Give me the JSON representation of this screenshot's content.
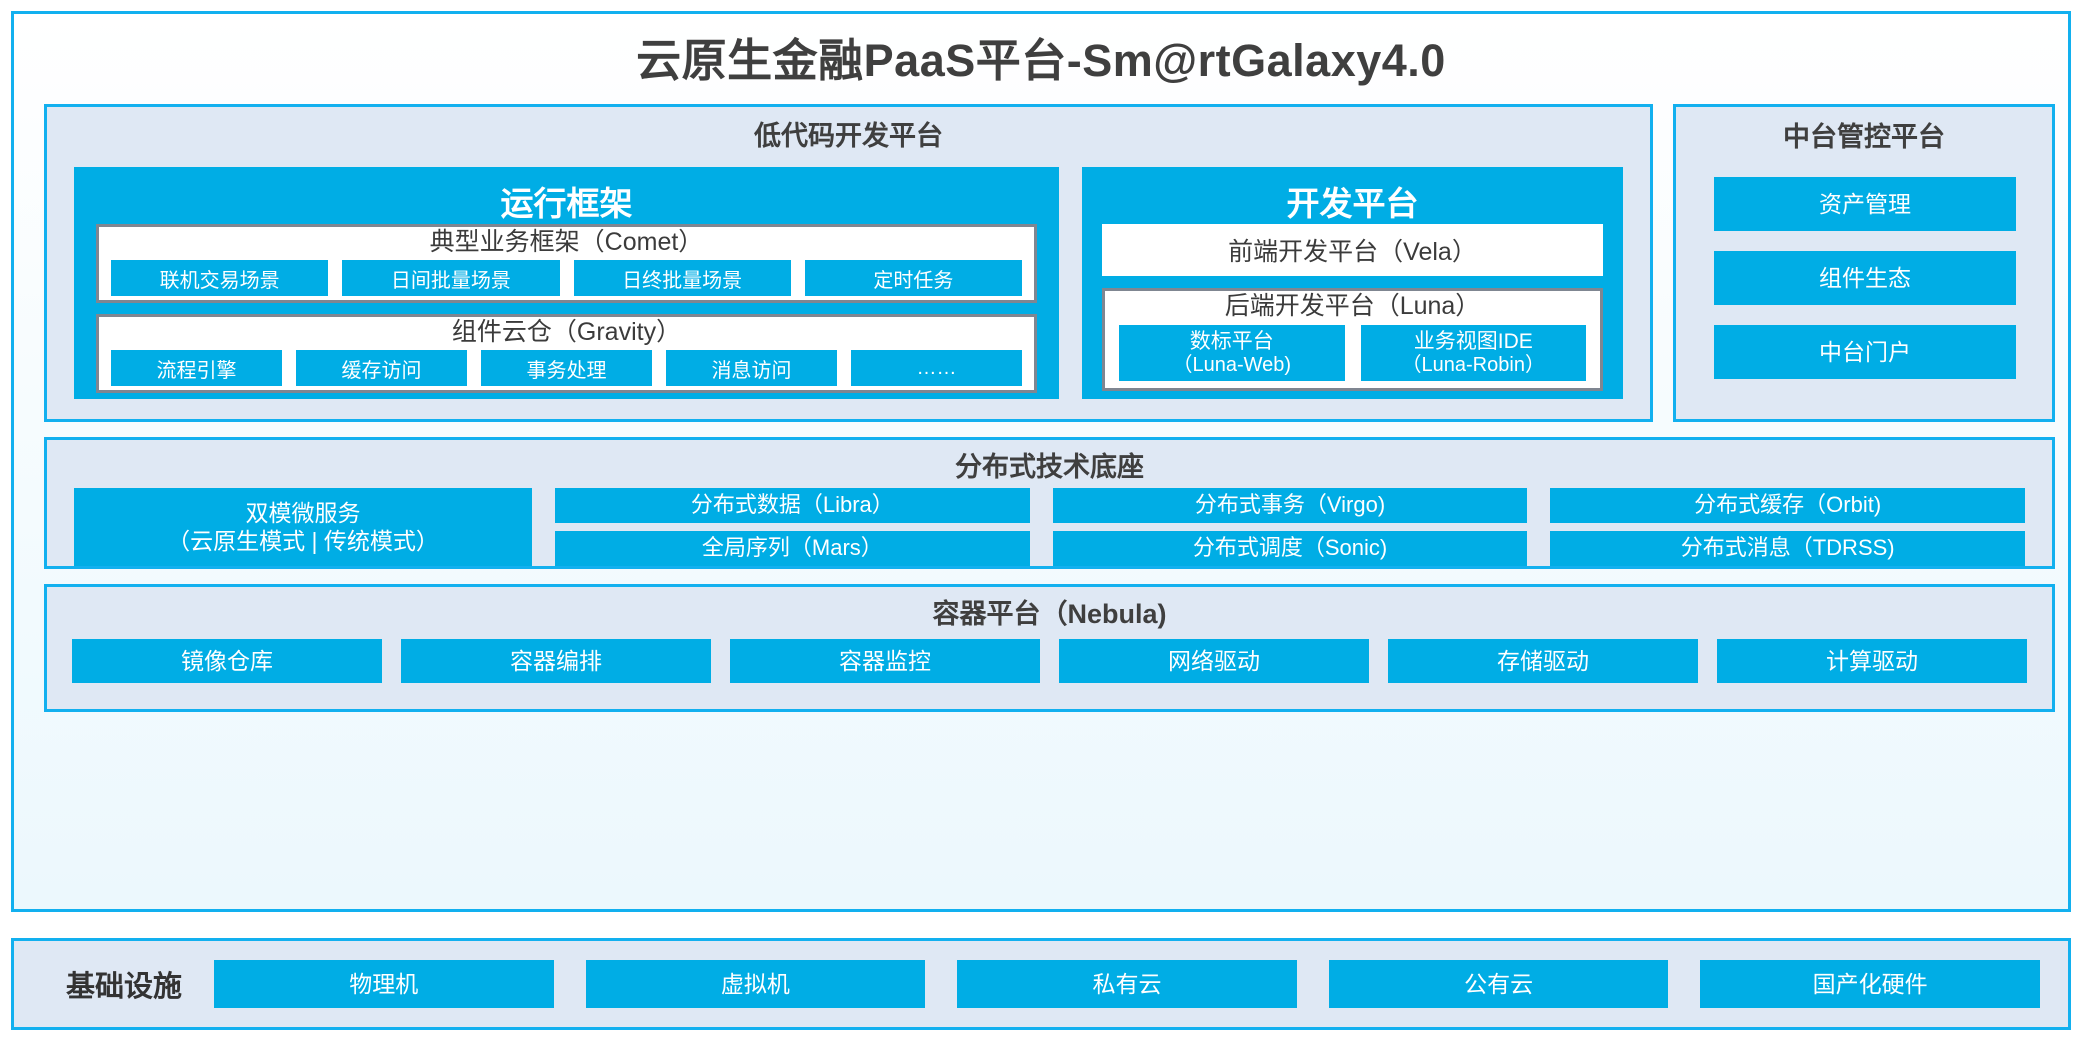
{
  "title": "云原生金融PaaS平台-Sm@rtGalaxy4.0",
  "colors": {
    "accent_blue": "#00ade5",
    "border_blue": "#12b0ef",
    "panel_bg": "#dfe8f4",
    "box_border_gray": "#7f8691",
    "text_dark": "#3a3a3a"
  },
  "lowcode": {
    "title": "低代码开发平台",
    "runtime": {
      "title": "运行框架",
      "comet": {
        "title": "典型业务框架（Comet）",
        "items": [
          "联机交易场景",
          "日间批量场景",
          "日终批量场景",
          "定时任务"
        ]
      },
      "gravity": {
        "title": "组件云仓（Gravity）",
        "items": [
          "流程引擎",
          "缓存访问",
          "事务处理",
          "消息访问",
          "……"
        ]
      }
    },
    "devplatform": {
      "title": "开发平台",
      "frontend": "前端开发平台（Vela）",
      "backend": {
        "title": "后端开发平台（Luna）",
        "items": [
          {
            "name": "数标平台",
            "code": "（Luna-Web)"
          },
          {
            "name": "业务视图IDE",
            "code": "（Luna-Robin）"
          }
        ]
      }
    }
  },
  "control_platform": {
    "title": "中台管控平台",
    "items": [
      "资产管理",
      "组件生态",
      "中台门户"
    ]
  },
  "distributed_base": {
    "title": "分布式技术底座",
    "dual_mode": {
      "line1": "双模微服务",
      "line2": "（云原生模式 | 传统模式）"
    },
    "columns": [
      {
        "top": "分布式数据（Libra）",
        "bottom": "全局序列（Mars）"
      },
      {
        "top": "分布式事务（Virgo)",
        "bottom": "分布式调度（Sonic)"
      },
      {
        "top": "分布式缓存（Orbit)",
        "bottom": "分布式消息（TDRSS)"
      }
    ]
  },
  "container_platform": {
    "title": "容器平台（Nebula)",
    "items": [
      "镜像仓库",
      "容器编排",
      "容器监控",
      "网络驱动",
      "存储驱动",
      "计算驱动"
    ]
  },
  "infrastructure": {
    "label": "基础设施",
    "items": [
      "物理机",
      "虚拟机",
      "私有云",
      "公有云",
      "国产化硬件"
    ]
  }
}
